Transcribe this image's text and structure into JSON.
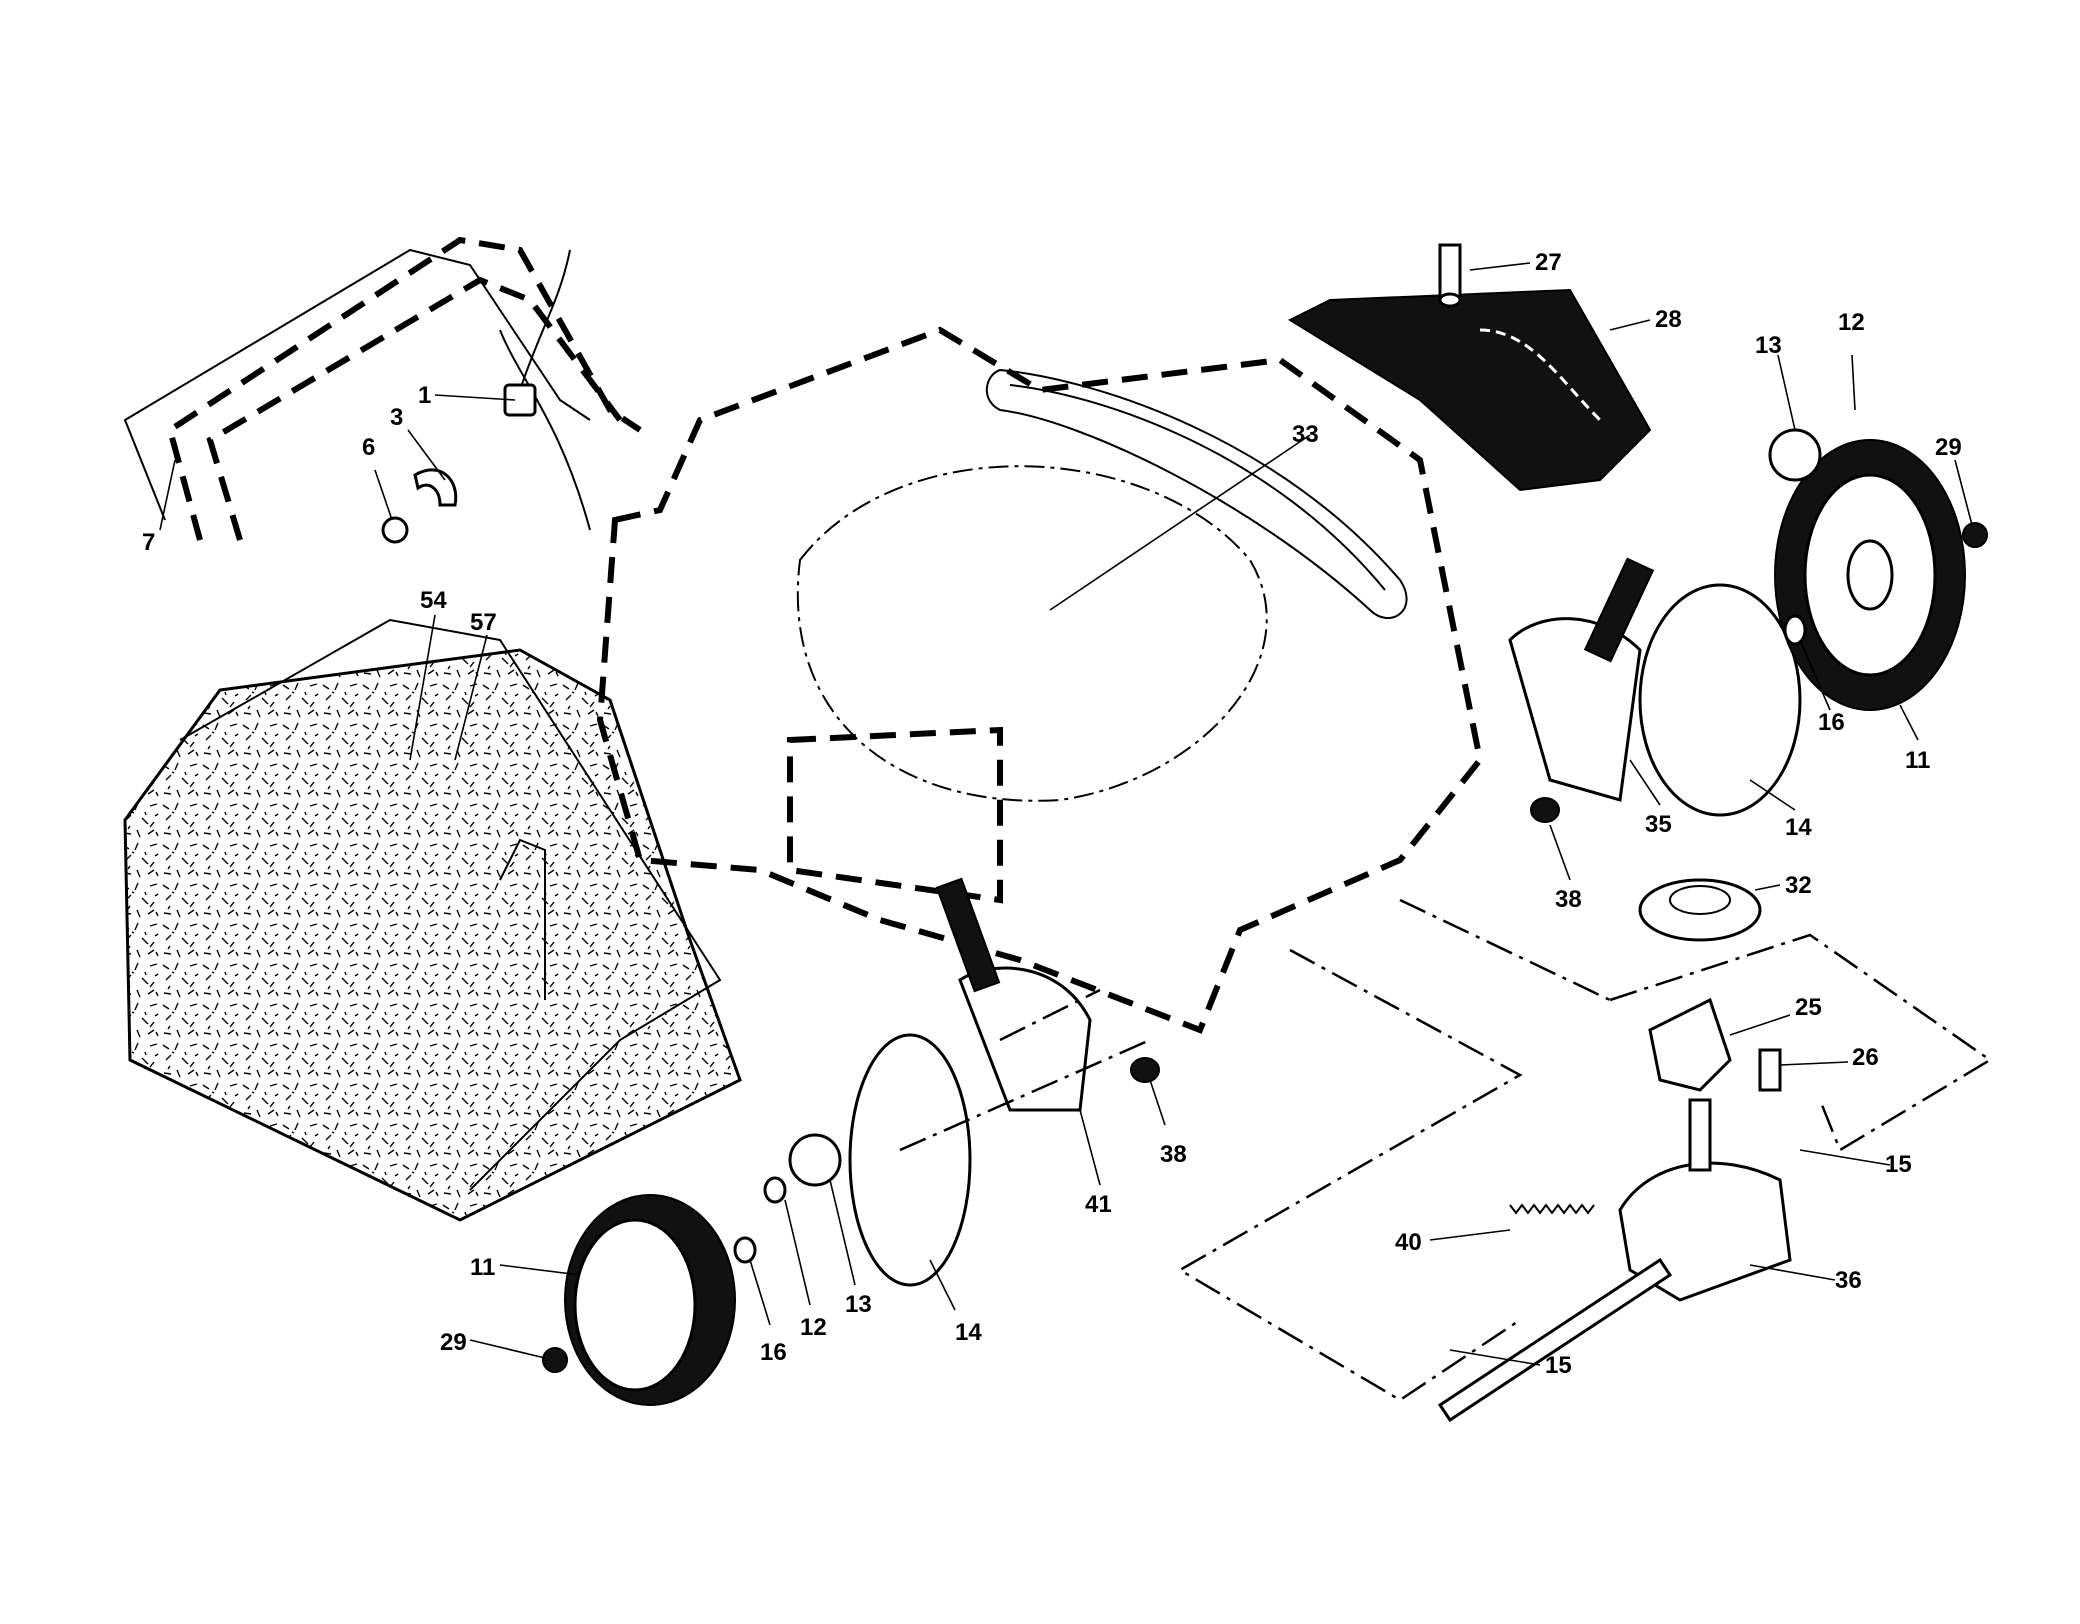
{
  "diagram": {
    "callouts": {
      "c1": "1",
      "c3": "3",
      "c6": "6",
      "c7": "7",
      "c11a": "11",
      "c11b": "11",
      "c12a": "12",
      "c12b": "12",
      "c13a": "13",
      "c13b": "13",
      "c14a": "14",
      "c14b": "14",
      "c15a": "15",
      "c15b": "15",
      "c16a": "16",
      "c16b": "16",
      "c25": "25",
      "c26": "26",
      "c27": "27",
      "c28": "28",
      "c29a": "29",
      "c29b": "29",
      "c32": "32",
      "c33": "33",
      "c35": "35",
      "c36": "36",
      "c38a": "38",
      "c38b": "38",
      "c40": "40",
      "c41": "41",
      "c54": "54",
      "c57": "57"
    }
  }
}
